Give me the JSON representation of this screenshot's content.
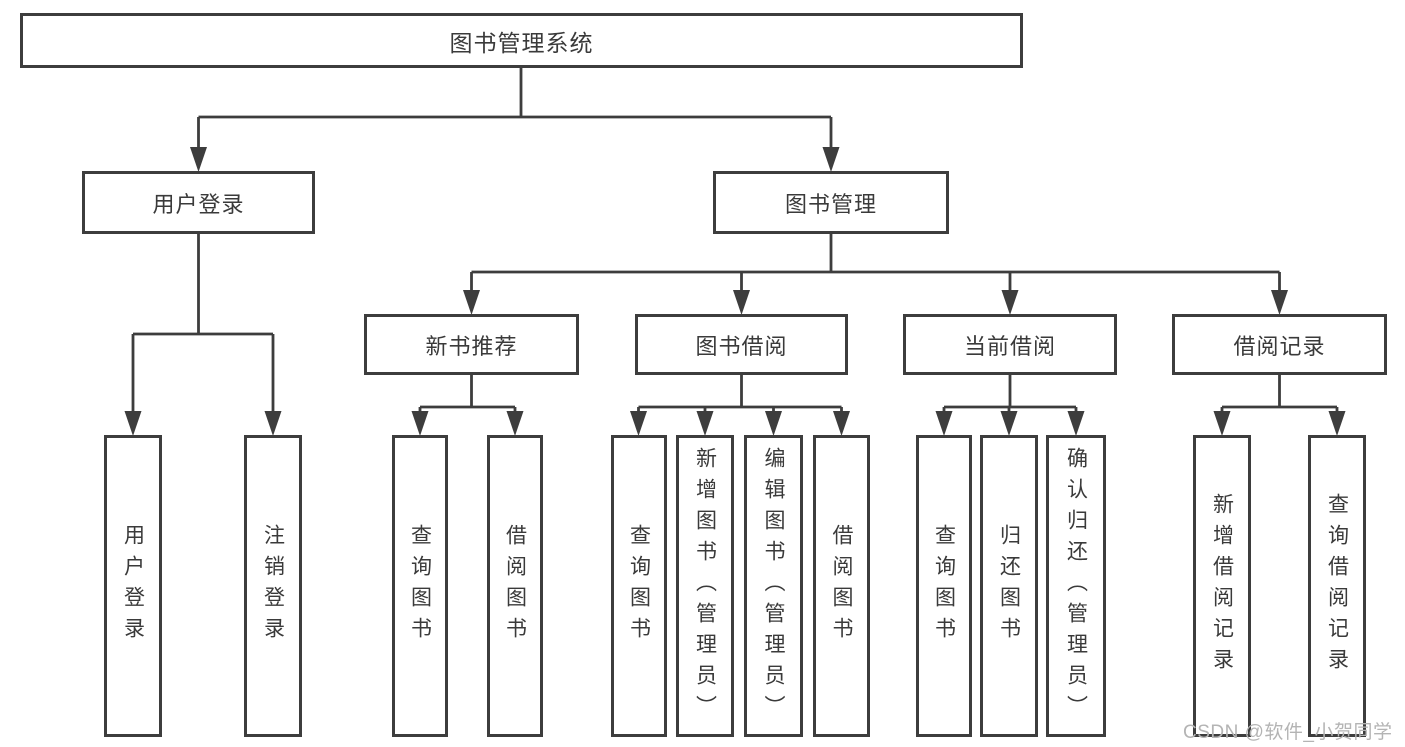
{
  "diagram": {
    "root": {
      "label": "图书管理系统"
    },
    "branches": [
      {
        "label": "用户登录",
        "children": [
          {
            "label": "用户登录"
          },
          {
            "label": "注销登录"
          }
        ]
      },
      {
        "label": "图书管理",
        "children": [
          {
            "label": "新书推荐",
            "children": [
              {
                "label": "查询图书"
              },
              {
                "label": "借阅图书"
              }
            ]
          },
          {
            "label": "图书借阅",
            "children": [
              {
                "label": "查询图书"
              },
              {
                "label": "新增图书（管理员）"
              },
              {
                "label": "编辑图书（管理员）"
              },
              {
                "label": "借阅图书"
              }
            ]
          },
          {
            "label": "当前借阅",
            "children": [
              {
                "label": "查询图书"
              },
              {
                "label": "归还图书"
              },
              {
                "label": "确认归还（管理员）"
              }
            ]
          },
          {
            "label": "借阅记录",
            "children": [
              {
                "label": "新增借阅记录"
              },
              {
                "label": "查询借阅记录"
              }
            ]
          }
        ]
      }
    ]
  },
  "watermark": {
    "text": "CSDN @软件_小贺同学"
  },
  "colors": {
    "line": "#3d3d3d",
    "text": "#3a3a3a",
    "watermark": "#b4b4b4",
    "background": "#ffffff"
  }
}
